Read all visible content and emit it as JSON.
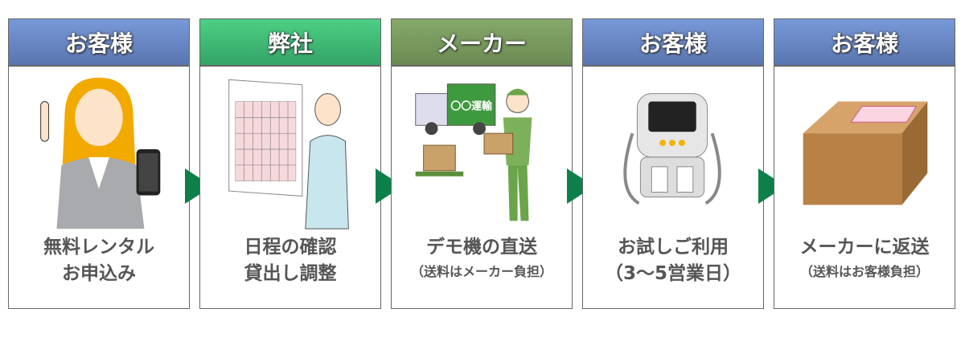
{
  "steps": [
    {
      "actor": "お客様",
      "line1": "無料レンタル",
      "line2": "お申込み"
    },
    {
      "actor": "弊社",
      "line1": "日程の確認",
      "line2": "貸出し調整"
    },
    {
      "actor": "メーカー",
      "line1": "デモ機の直送",
      "note": "（送料はメーカー負担）",
      "truck_label": "〇〇運輸"
    },
    {
      "actor": "お客様",
      "line1": "お試しご利用",
      "line2": "（3〜5営業日）"
    },
    {
      "actor": "お客様",
      "line1": "メーカーに返送",
      "note": "（送料はお客様負担）"
    }
  ],
  "colors": {
    "arrow": "#0d7f48",
    "header_blue": "#6a88c8",
    "header_green": "#40bc78",
    "header_olive": "#789a5e"
  }
}
